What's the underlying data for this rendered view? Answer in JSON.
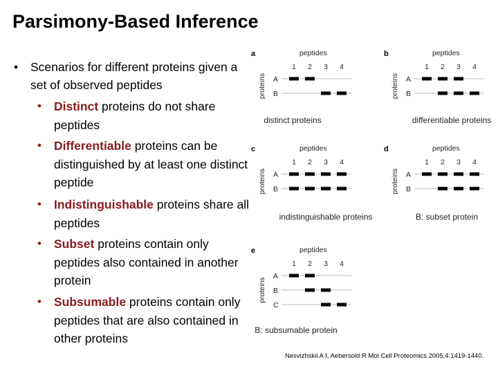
{
  "title": "Parsimony-Based Inference",
  "intro": "Scenarios for different proteins given a set of observed peptides",
  "bullet_symbol": "•",
  "items": [
    {
      "keyword": "Distinct",
      "rest": " proteins do not share peptides"
    },
    {
      "keyword": "Differentiable",
      "rest": " proteins can be distinguished by at least one distinct peptide"
    },
    {
      "keyword": "Indistinguishable",
      "rest": " proteins share all peptides"
    },
    {
      "keyword": "Subset",
      "rest": " proteins contain only peptides also contained in another protein"
    },
    {
      "keyword": "Subsumable",
      "rest": " proteins contain only peptides that are also contained in other proteins"
    }
  ],
  "panels": [
    {
      "letter": "a",
      "peptides_label": "peptides",
      "proteins_label": "proteins",
      "peptide_numbers": [
        "1",
        "2",
        "3",
        "4"
      ],
      "proteins": [
        "A",
        "B"
      ],
      "caption": "distinct proteins",
      "matrix": [
        [
          1,
          1,
          0,
          0
        ],
        [
          0,
          0,
          1,
          1
        ]
      ]
    },
    {
      "letter": "b",
      "peptides_label": "peptides",
      "proteins_label": "proteins",
      "peptide_numbers": [
        "1",
        "2",
        "3",
        "4"
      ],
      "proteins": [
        "A",
        "B"
      ],
      "caption": "differentiable proteins",
      "matrix": [
        [
          1,
          1,
          1,
          0
        ],
        [
          0,
          1,
          1,
          1
        ]
      ]
    },
    {
      "letter": "c",
      "peptides_label": "peptides",
      "proteins_label": "proteins",
      "peptide_numbers": [
        "1",
        "2",
        "3",
        "4"
      ],
      "proteins": [
        "A",
        "B"
      ],
      "caption": "indistinguishable proteins",
      "matrix": [
        [
          1,
          1,
          1,
          1
        ],
        [
          1,
          1,
          1,
          1
        ]
      ]
    },
    {
      "letter": "d",
      "peptides_label": "peptides",
      "proteins_label": "proteins",
      "peptide_numbers": [
        "1",
        "2",
        "3",
        "4"
      ],
      "proteins": [
        "A",
        "B"
      ],
      "caption": "B: subset protein",
      "matrix": [
        [
          1,
          1,
          1,
          1
        ],
        [
          0,
          1,
          1,
          1
        ]
      ]
    },
    {
      "letter": "e",
      "peptides_label": "peptides",
      "proteins_label": "proteins",
      "peptide_numbers": [
        "1",
        "2",
        "3",
        "4"
      ],
      "proteins": [
        "A",
        "B",
        "C"
      ],
      "caption": "B: subsumable protein",
      "matrix": [
        [
          1,
          1,
          0,
          0
        ],
        [
          0,
          1,
          1,
          0
        ],
        [
          0,
          0,
          1,
          1
        ]
      ]
    }
  ],
  "citation": "Nesvizhskii A I, Aebersold R Mol Cell Proteomics 2005;4:1419-1440.",
  "colors": {
    "keyword": "#8B1A1A",
    "peptide_bar": "#000000",
    "row_line": "#bbbbbb"
  }
}
